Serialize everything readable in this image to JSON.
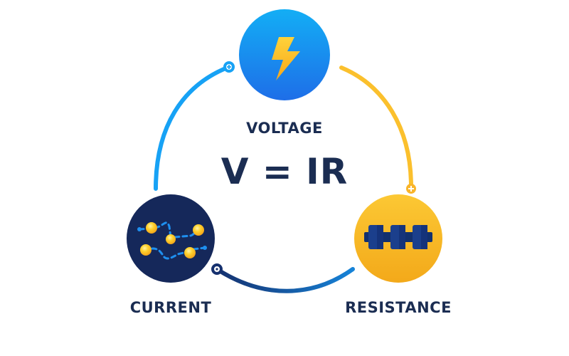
{
  "diagram": {
    "formula": "V = IR",
    "nodes": [
      {
        "id": "voltage",
        "label": "VOLTAGE",
        "icon": "lightning-bolt-icon",
        "color": "#1a8cf0"
      },
      {
        "id": "current",
        "label": "CURRENT",
        "icon": "electron-flow-icon",
        "color": "#15285a"
      },
      {
        "id": "resistance",
        "label": "RESISTANCE",
        "icon": "resistor-icon",
        "color": "#f8bb1e"
      }
    ],
    "connections": [
      {
        "from": "current",
        "to": "voltage",
        "color": "#17a2f5"
      },
      {
        "from": "voltage",
        "to": "resistance",
        "color": "#fbc02d"
      },
      {
        "from": "resistance",
        "to": "current",
        "color": "#1565c0"
      }
    ]
  }
}
